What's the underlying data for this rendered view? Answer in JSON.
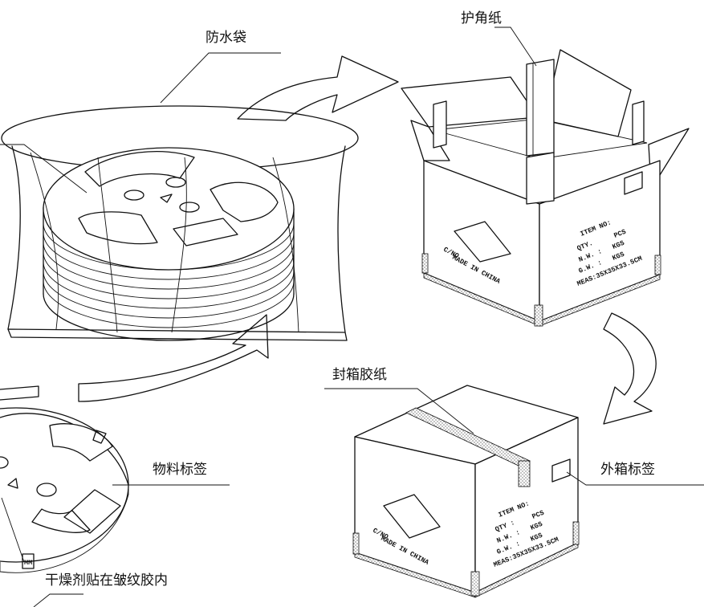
{
  "labels": {
    "waterproof_bag": "防水袋",
    "corner_paper": "护角纸",
    "sealing_tape": "封箱胶纸",
    "material_label": "物料标签",
    "outer_box_label": "外箱标签",
    "desiccant": "干燥剂贴在皱纹胶内"
  },
  "box_open": {
    "cno": "C/NO",
    "made_in": "MADE IN CHINA",
    "item": "ITEM  NO:",
    "qty": "QTY.",
    "pcs": "PCS",
    "nw": "N.W. :",
    "nw_unit": "KGS",
    "gw": "G.W. :",
    "gw_unit": "KGS",
    "meas": "MEAS:35X35X33.5CM"
  },
  "box_closed": {
    "cno": "C/NO",
    "made_in": "MADE IN CHINA",
    "item": "ITEM  NO:",
    "qty": "QTY :",
    "pcs": "PCS",
    "nw": "N.W. :",
    "nw_unit": "KGS",
    "gw": "G.W. :",
    "gw_unit": "KGS",
    "meas": "MEAS:35X35X33.5CM"
  },
  "reel_tag": "MM"
}
